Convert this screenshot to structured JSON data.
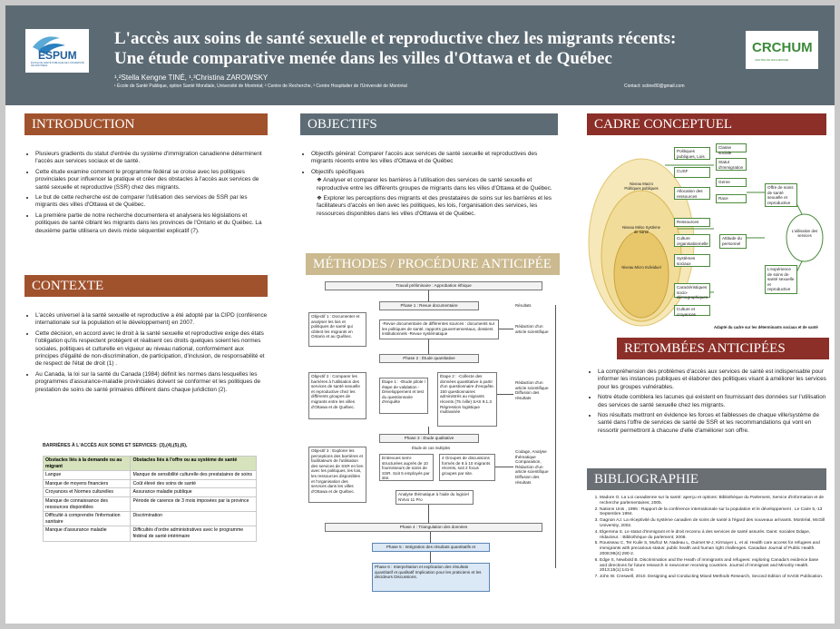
{
  "header": {
    "logo_left": "ESPUM",
    "logo_left_sub": "ÉCOLE DE SANTÉ PUBLIQUE DE L'UNIVERSITÉ DE MONTRÉAL",
    "title_line1": "L'accès aux soins de santé sexuelle et reproductive chez les migrants récents:",
    "title_line2": "Une étude comparative menée dans les villes d'Ottawa et de Québec",
    "authors": "¹,²Stella Kengne TINÉ, ¹,³Christina ZAROWSKY",
    "affiliations": "¹ École de Santé Publique, option Santé Mondiale, Université de Montréal; ² Centre de Recherche, ³ Centre Hospitalier de l'Université de Montréal",
    "contact": "Contact: sctine80@gmail.com",
    "logo_right": "CRCHUM",
    "logo_right_sub": "CENTRE DE RECHERCHE"
  },
  "introduction": {
    "title": "INTRODUCTION",
    "items": [
      "Plusieurs gradients du statut d'entrée du système d'immigration canadienne déterminent l'accès aux services sociaux et de santé.",
      "Cette étude examine comment le programme fédéral se croise avec les politiques provinciales pour influencer la pratique et créer des obstacles à l'accès aux services de santé sexuelle et reproductive (SSR) chez des migrants.",
      "Le but de cette recherche est de comparer l'utilisation des services de SSR par les migrants des villes d'Ottawa et de Québec.",
      "La première partie de notre recherche documentera et analysera les législations et politiques de santé ciblant les migrants dans les provinces de l'Ontario et du Québec. La deuxième partie utilisera un devis mixte séquentiel explicatif (7)."
    ]
  },
  "contexte": {
    "title": "CONTEXTE",
    "items": [
      "L'accès universel à la santé sexuelle et reproductive a été adopté par la CIPD (conférence internationale sur la population et le développement) en 2007.",
      "Cette décision, en accord avec le droit à la santé sexuelle et reproductive exige des états l'obligation qu'ils respectent protégent et réalisent ces droits quelques soient les normes sociales, politiques et culturelle en vigueur au niveau national, conformément aux principes d'égalité de non-discrimination, de participation, d'inclusion, de responsabilité et de respect de l'état de droit (1) .",
      "Au Canada, la loi sur la santé du Canada (1984) définit les normes dans lesquelles les programmes d'assurance-maladie provinciales doivent se conformer et les politiques de prestation de soins de santé primaires différent dans chaque juridiction (2)."
    ],
    "table_caption": "BARRIÈRES À L'ACCÈS AUX SOINS ET SERVICES: (3),(4),(5),(6),",
    "table_headers": [
      "Obstacles liés à la demande ou au migrant",
      "Obstacles liés à l'offre ou au système de santé"
    ],
    "table_rows": [
      [
        "Langue",
        "Manque de sensibilité culturelle des prestataires de soins"
      ],
      [
        "Manque de moyens financiers",
        "Coût élevé des soins de santé"
      ],
      [
        "Croyances et Normes culturelles",
        "Assurance maladie publique"
      ],
      [
        "Manque de connaissance des ressources disponibles",
        "Période de carence de 3 mois imposées par la province"
      ],
      [
        "Difficulté à comprendre l'information sanitaire",
        "Discrimination"
      ],
      [
        "Manque d'assurance maladie",
        "Difficultés d'ordre administratives avec le programme fédéral de santé intérimaire"
      ]
    ]
  },
  "objectifs": {
    "title": "OBJECTIFS",
    "general": "Objectifs général: Comparer l'accès aux services de santé sexuelle et reproductives des migrants récents entre les villes d'Ottawa et de Québec",
    "specifiques_label": "Objectifs spécifiques",
    "specifiques": [
      "Analyser et comparer les barrières à l'utilisation des services de santé sexuelle et reproductive entre les différents groupes de migrants dans les villes d'Ottawa et de Québec.",
      "Explorer les perceptions des migrants et des prestataires de soins sur les barrières et les facilitateurs d'accès en lien avec les politiques, les lois, l'organisation des services, les ressources disponibles dans les villes d'Ottawa et de Québec."
    ]
  },
  "methodes": {
    "title": "MÉTHODES / PROCÉDURE ANTICIPÉE",
    "travail": "Travail préliminaire : Approbation éthique",
    "phase1": "Phase 1 : Revue documentaire",
    "resultats": "Résultats",
    "obj1": "Objectif 1 : Documenter et analyser les lois et politiques de santé qui ciblent les migrants en Ontario et au Québec.",
    "revue": "-Revue documentaire de différentes sources : documents sur les politiques de santé, rapports gouvernementaux, dossiers institutionnels -Revue systématique",
    "red1": "Rédaction d'un article scientifique",
    "phase2": "Phase 2 : Étude quantitative",
    "obj2": "Objectif 2 : Comparer les barrières à l'utilisation des services de santé sexuelle et reproductive chez les différents groupes de migrants entre les villes d'Ottawa et de Québec.",
    "etape1": "Étape 1 : -Étude pilote / étape de validation -Développement et test du questionnaire d'enquête",
    "etape2": "Étape 2 : -Collecte des données quantitative à partir d'un questionnaire d'enquête. 150 questionnaires administrés au migrants récents (75 /ville) SAS 9.1.3 Régression logistique multivariée",
    "red2": "Rédaction d'un article scientifique Diffusion des résultats",
    "phase3": "Phase 3 : Étude qualitative",
    "cas": "Étude de cas multiples",
    "obj3": "Objectif 3 : Explorer les perceptions des barrières et facilitateurs de l'utilisation des services de SSR en lien avec les politiques, les lois, les ressources disponibles et l'organisation des services dans les villes d'Ottawa et de Québec.",
    "entrevues": "Entrevues semi-structurées auprès de 10 fournisseurs de soins de SSR. Soit 5 employés par site.",
    "groupes": "4 Groupes de discussions formés de 8 à 10 migrants récents, soit 2 focus groupes par site.",
    "analyse": "Analyse thématique à l'aide du logiciel NVivo 11 Pro",
    "codage": "Codage, Analyse thématique Comparaison, Rédaction d'un article scientifique Diffusion des résultats",
    "phase4": "Phase 4 : Triangulation des données",
    "phase5": "Phase 5 : Intégration des résultats quantitatifs et",
    "phase6": "Phase 6 : Interprétation et explication des résultats quantitatif et qualitatif Implication pour les praticiens et les décideurs Discussions."
  },
  "cadre": {
    "title": "CADRE CONCEPTUEL",
    "macro": "Niveau Macro Politiques publiques",
    "meso": "Niveau Méso Système de santé",
    "micro": "Niveau Micro Individuel",
    "boxes_top": [
      "Politiques publiques, Lois",
      "CUSF",
      "Allocation des ressources"
    ],
    "boxes_right_top": [
      "Classe sociale",
      "Statut d'immigration",
      "Genre",
      "Race"
    ],
    "boxes_mid": [
      "Ressources",
      "Culture organisationnelle",
      "Systèmes sociaux"
    ],
    "boxes_bottom": [
      "Caractéristiques socio-démographiques",
      "Culture et croyances"
    ],
    "offre": "Offre de soins de santé sexuelle et reproductive",
    "utilisation": "L'utilisation des services",
    "attitude": "Attitude du personnel",
    "experience": "L'expérience de soins de santé sexuelle et reproductive",
    "caption": "Adapté du cadre sur les déterminants sociaux et de santé"
  },
  "retombees": {
    "title": "RETOMBÉES ANTICIPÉES",
    "items": [
      "La compréhension des problèmes d'accès aux services de santé est indispensable pour informer les instances publiques et élaborer des politiques visant à améliorer les services pour les groupes vulnérables.",
      "Notre étude comblera les lacunes qui existent en fournissant des données sur l'utilisation des services de santé sexuelle chez les migrants.",
      "Nos résultats mettront en évidence les forces et faiblesses de chaque ville/système de santé dans l'offre de services de santé de SSR et les recommandations qui vont en ressortir permettront à chacune d'elle d'améliorer son offre."
    ]
  },
  "bibliographie": {
    "title": "BIBLIOGRAPHIE",
    "items": [
      "Madore O. La Loi canadienne sur la santé: aperçu et options: Bibliothèque du Parlement, Service d'information et de recherche parlementaires; 2005.",
      "Nations Unis , 1995 : Rapport de la conférence internationale sur la population et le développement . Le Caire 5,-13 Septembre 1994.",
      "Gagnon AJ. La réceptivité du système canadien de soins de santé à l'égard des nouveaux arrivants. Montréal, McGill University, 2002.",
      "Elgersma S. Le statut d'immigrant et le droit reconnu à des services de santé assurés. Dans: sociales Ddape, rédacteur. : Bibliothèque du parlement; 2008.",
      "Rousseau C, Ter Kuile S, Muñoz M, Nadeau L, Ouimet M-J, Kirmayer L, et al. Health care access for refugees and immigrants with precarious status: public health and human right challenges. Canadian Journal of Public Health. 2008;99(4):290-2.",
      "Edge S, Newbold B. Discrimination and the Heath of immigrants and refugees: exploring Canada's evidence base and directions for future research in newcomer receiving countries. Journal of Immigrant and Minority Health. 2013;15(1):141-8.",
      "John W. Creswell, 2010. Designing and Conducting Mixed Methods Research, Second Edition of SAGE Publication."
    ]
  }
}
